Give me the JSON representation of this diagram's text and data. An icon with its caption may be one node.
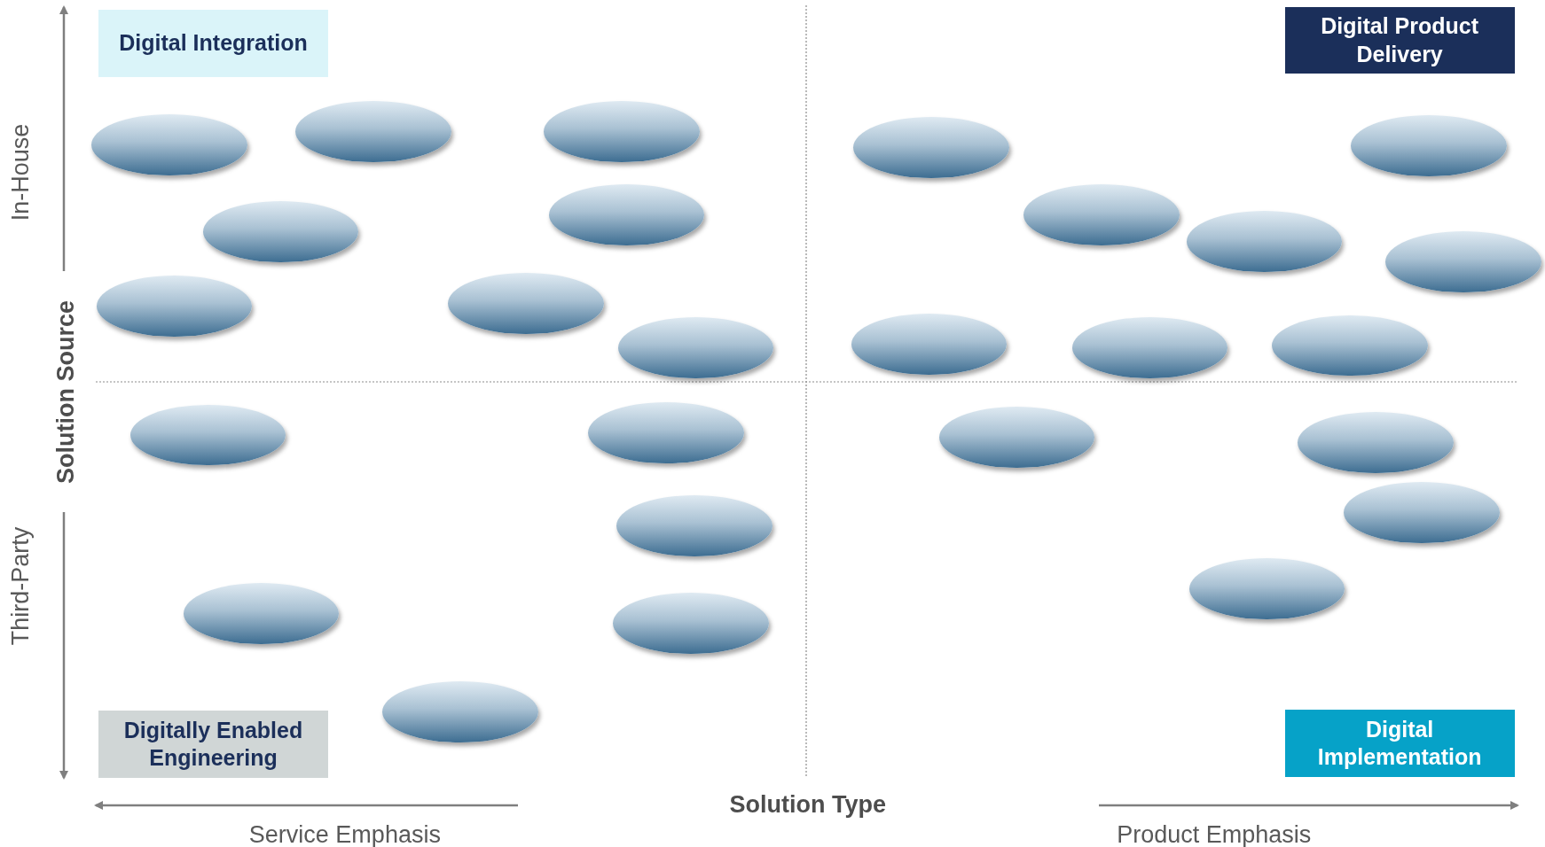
{
  "diagram": {
    "nodes": [
      {
        "text": [
          "Digital Integration"
        ]
      },
      {
        "text": [
          "Digital Product Delivery"
        ]
      },
      {
        "text": [],
        "shape": "ellipse"
      },
      {
        "text": [],
        "shape": "ellipse"
      },
      {
        "text": [],
        "shape": "ellipse"
      },
      {
        "text": [],
        "shape": "ellipse"
      },
      {
        "text": [],
        "shape": "ellipse"
      },
      {
        "text": [],
        "shape": "ellipse"
      },
      {
        "text": [],
        "shape": "ellipse"
      },
      {
        "text": [],
        "shape": "ellipse"
      },
      {
        "text": [],
        "shape": "ellipse"
      },
      {
        "text": [],
        "shape": "ellipse"
      },
      {
        "text": [],
        "shape": "ellipse"
      },
      {
        "text": [],
        "shape": "ellipse"
      },
      {
        "text": [],
        "shape": "ellipse"
      },
      {
        "text": [],
        "shape": "ellipse"
      },
      {
        "text": [],
        "shape": "ellipse"
      },
      {
        "text": [],
        "shape": "ellipse"
      },
      {
        "text": [],
        "shape": "ellipse"
      },
      {
        "text": [],
        "shape": "ellipse"
      },
      {
        "text": [],
        "shape": "ellipse"
      },
      {
        "text": [],
        "shape": "ellipse"
      },
      {
        "text": [],
        "shape": "ellipse"
      },
      {
        "text": [],
        "shape": "ellipse"
      },
      {
        "text": [],
        "shape": "ellipse"
      },
      {
        "text": [],
        "shape": "ellipse"
      },
      {
        "text": [],
        "shape": "ellipse"
      },
      {
        "text": [],
        "shape": "ellipse"
      },
      {
        "text": [
          "Digitally Enabled Engineering"
        ]
      },
      {
        "text": [
          "Digital Implementation"
        ]
      }
    ],
    "edges": [],
    "labels": [
      "In-House",
      "Solution Source",
      "Third-Party",
      "Solution Type",
      "Service Emphasis",
      "Product Emphasis"
    ]
  }
}
